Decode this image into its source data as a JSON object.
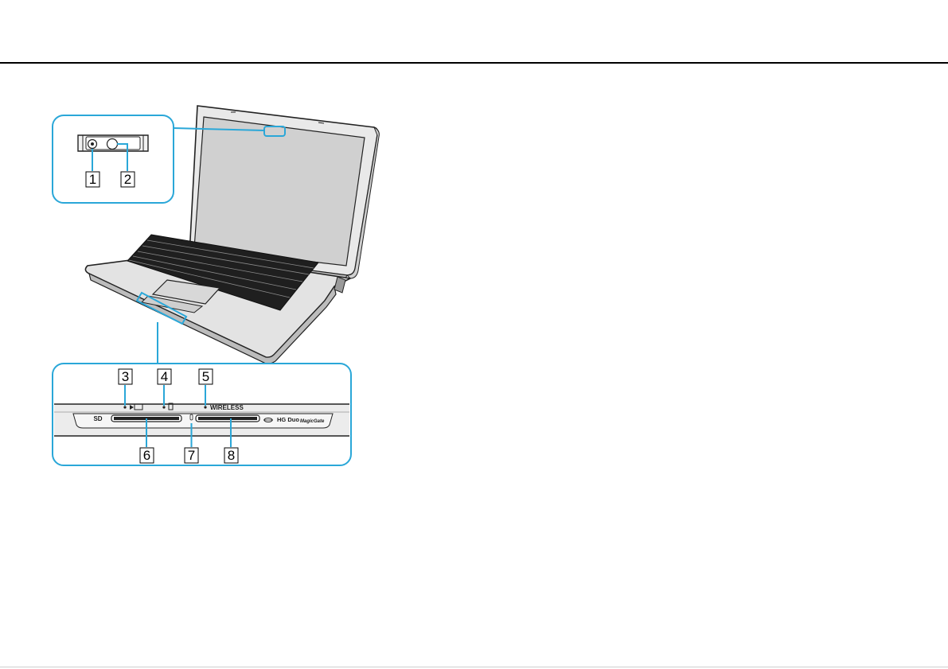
{
  "callouts": [
    "1",
    "2",
    "3",
    "4",
    "5",
    "6",
    "7",
    "8"
  ],
  "panel_labels": {
    "sd": "SD",
    "wireless": "WIRELESS",
    "hg_duo": "HG Duo",
    "magicgate": "MagicGate"
  },
  "colors": {
    "callout_line": "#2aa7d8",
    "rule": "#000000"
  }
}
